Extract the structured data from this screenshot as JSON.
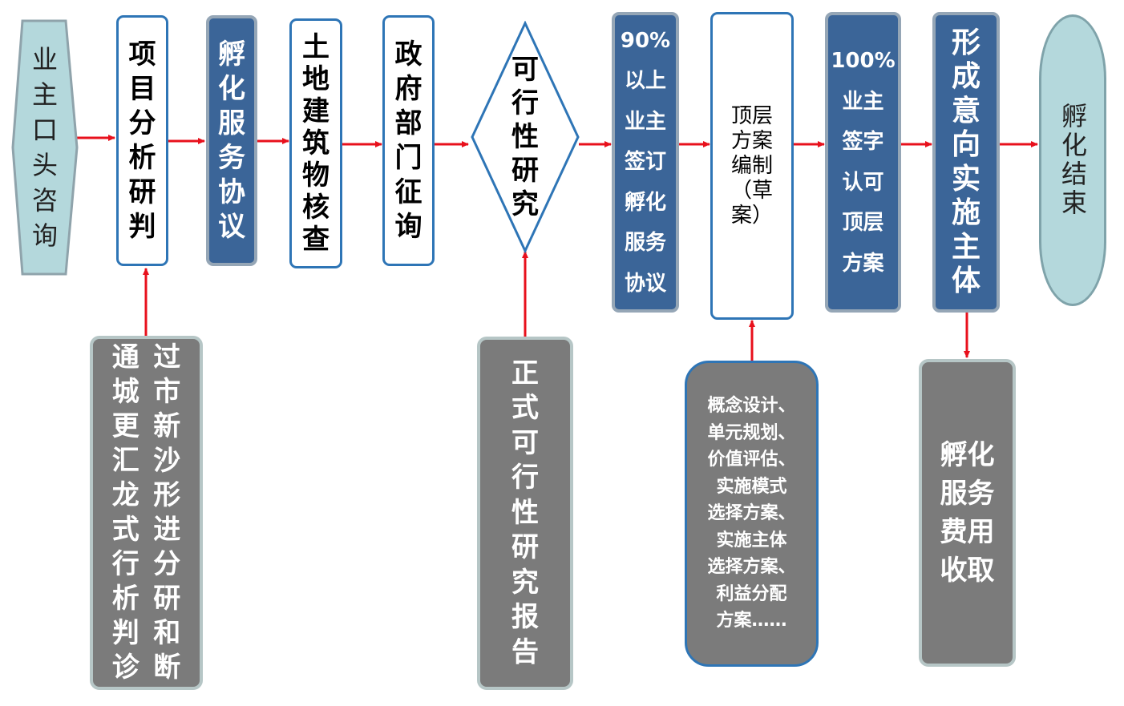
{
  "colors": {
    "arrow": "#e8101c",
    "accent_blue": "#2e75b6",
    "dark_blue": "#3b6598",
    "gray": "#7b7b7b",
    "teal": "#b4d8dc"
  },
  "main_flow": {
    "start": "业\n主\n口\n头\n咨\n询",
    "step_analysis": "项\n目\n分\n析\n研\n判",
    "step_agreement": "孵\n化\n服\n务\n协\n议",
    "step_land_check": "土\n地\n建\n筑\n物\n核\n查",
    "step_gov_consult": "政\n府\n部\n门\n征\n询",
    "decision_feasibility": "可\n行\n性\n研\n究",
    "step_sign_agreement": "90%\n以上\n业主\n签订\n孵化\n服务\n协议",
    "step_draft_plan": "顶层\n方案\n编制\n（草\n案）",
    "step_approve_plan": "100%\n业主\n签字\n认可\n顶层\n方案",
    "step_form_entity": "形\n成\n意\n向\n实\n施\n主\n体",
    "end": "孵化结束"
  },
  "inputs": {
    "analysis_note_col1": "通\n城\n更\n汇\n龙\n式\n行\n析\n判\n诊",
    "analysis_note_col2": "过\n市\n新\n沙\n形\n进\n分\n研\n和\n断",
    "feasibility_report": "正\n式\n可\n行\n性\n研\n究\n报\n告",
    "plan_contents": "概念设计、\n单元规划、\n价值评估、\n实施模式\n选择方案、\n实施主体\n选择方案、\n利益分配\n方案……",
    "fee_collection": "孵化\n服务\n费用\n收取"
  }
}
